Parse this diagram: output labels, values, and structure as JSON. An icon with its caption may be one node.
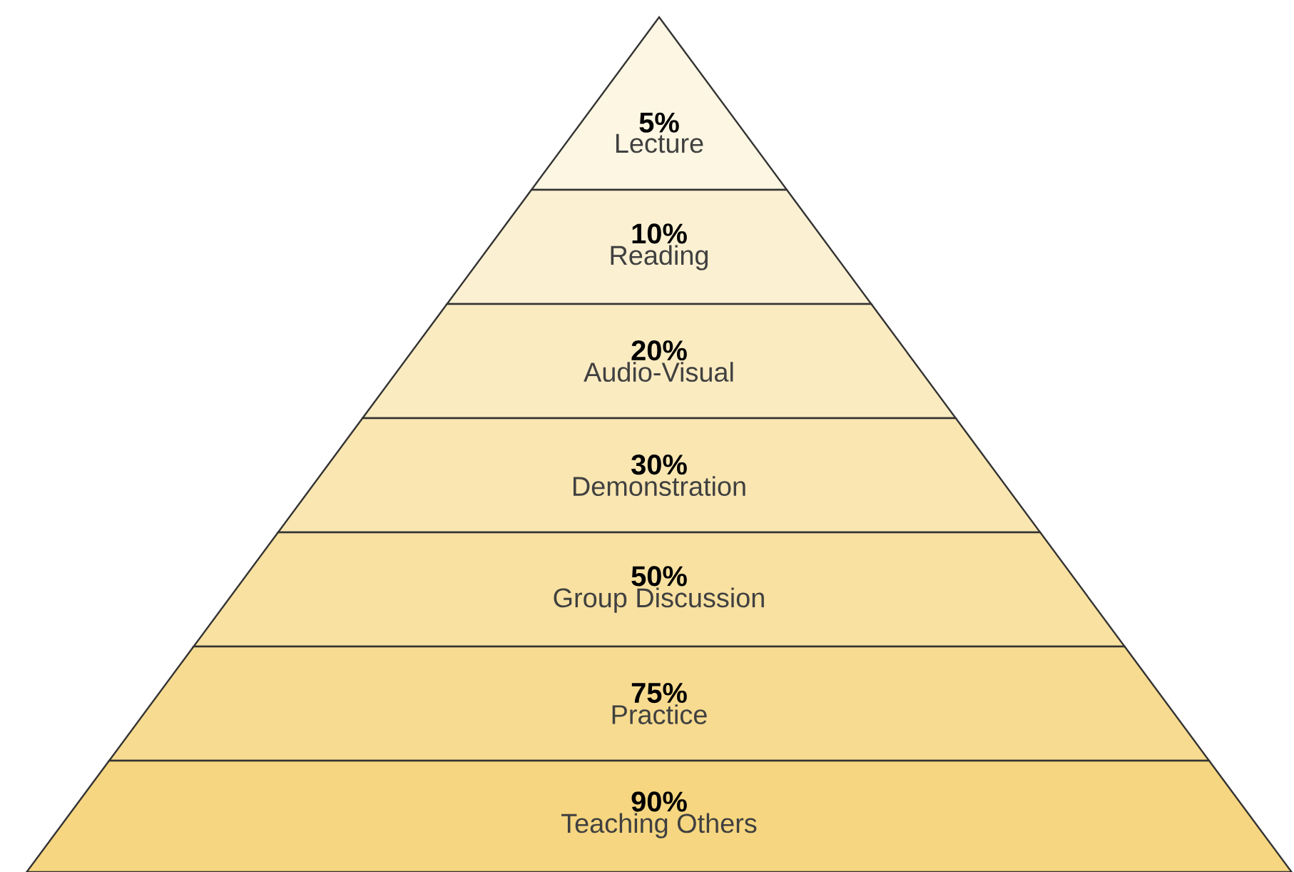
{
  "diagram": {
    "nodes": [
      {
        "text": [
          "5%",
          "Lecture"
        ]
      },
      {
        "text": [
          "10%",
          "Reading"
        ]
      },
      {
        "text": [
          "20%",
          "Audio-Visual"
        ]
      },
      {
        "text": [
          "30%",
          "Demonstration"
        ]
      },
      {
        "text": [
          "50%",
          "Group Discussion"
        ]
      },
      {
        "text": [
          "75%",
          "Practice"
        ]
      },
      {
        "text": [
          "90%",
          "Teaching Others"
        ]
      }
    ]
  }
}
